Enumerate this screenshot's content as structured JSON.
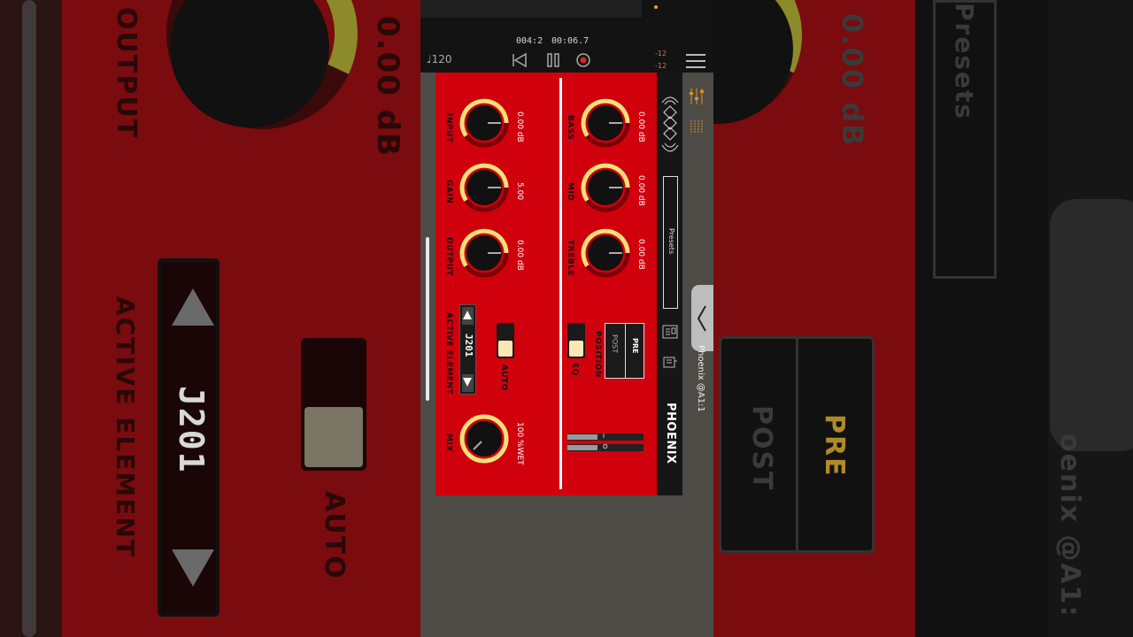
{
  "transport": {
    "position_bars": "004:2",
    "position_time": "00:06.7",
    "tempo": "♩120",
    "meter_left": "-12",
    "meter_right": "-12"
  },
  "plugin": {
    "name": "PHOENIX",
    "track_label": "Phoenix @A1:1",
    "presets_label": "Presets",
    "accent_color": "#d0000c",
    "ring_color": "#f4e07a",
    "knobs": {
      "input": {
        "label": "INPUT",
        "value": "0.00 dB"
      },
      "gain": {
        "label": "GAIN",
        "value": "5.00"
      },
      "output": {
        "label": "OUTPUT",
        "value": "0.00 dB"
      },
      "bass": {
        "label": "BASS",
        "value": "0.00 dB"
      },
      "mid": {
        "label": "MID",
        "value": "0.00 dB"
      },
      "treble": {
        "label": "TREBLE",
        "value": "0.00 dB"
      },
      "mix": {
        "label": "MIX",
        "value": "100 %WET"
      }
    },
    "active_element": {
      "label": "ACTIVE ELEMENT",
      "value": "J201"
    },
    "auto_label": "AUTO",
    "eq_label": "EQ",
    "position": {
      "label": "POSITION",
      "pre": "PRE",
      "post": "POST",
      "selected": "PRE"
    },
    "levels": {
      "in_label": "I",
      "out_label": "O"
    }
  },
  "background": {
    "left_value": "0.00 dB",
    "left_output": "OUTPUT",
    "left_active": "ACTIVE ELEMENT",
    "left_element": "J201",
    "left_auto": "AUTO",
    "right_value": "0.00 dB",
    "right_presets": "Presets",
    "right_pre": "PRE",
    "right_post": "POST",
    "right_track": "oenix @A1:"
  }
}
